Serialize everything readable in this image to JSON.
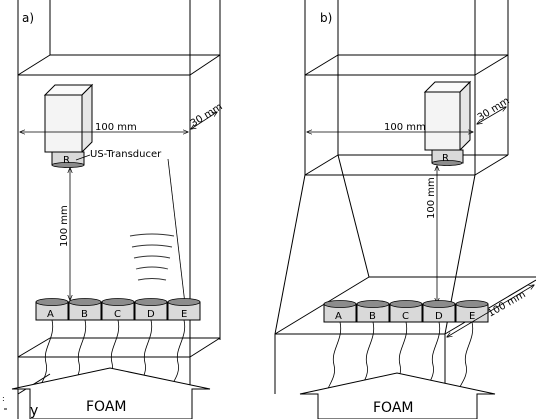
{
  "panel_a": {
    "label": "a)",
    "width_label": "100 mm",
    "depth_label": "30 mm",
    "distance_label": "100 mm",
    "receiver_label": "R",
    "transducer_label": "US-Transducer",
    "foam_label": "FOAM",
    "axis_label": "y",
    "transducers": [
      "A",
      "B",
      "C",
      "D",
      "E"
    ]
  },
  "panel_b": {
    "label": "b)",
    "width_label": "100 mm",
    "depth_label": "30 mm",
    "distance_label": "100 mm",
    "receiver_label": "R",
    "foam_label": "FOAM",
    "base_width_label": "100 mm",
    "transducers": [
      "A",
      "B",
      "C",
      "D",
      "E"
    ]
  },
  "colors": {
    "stroke": "#000000",
    "transducer_fill": "#d9d9d9",
    "transducer_top": "#8c8c8c",
    "receiver_body": "#f4f4f4"
  }
}
